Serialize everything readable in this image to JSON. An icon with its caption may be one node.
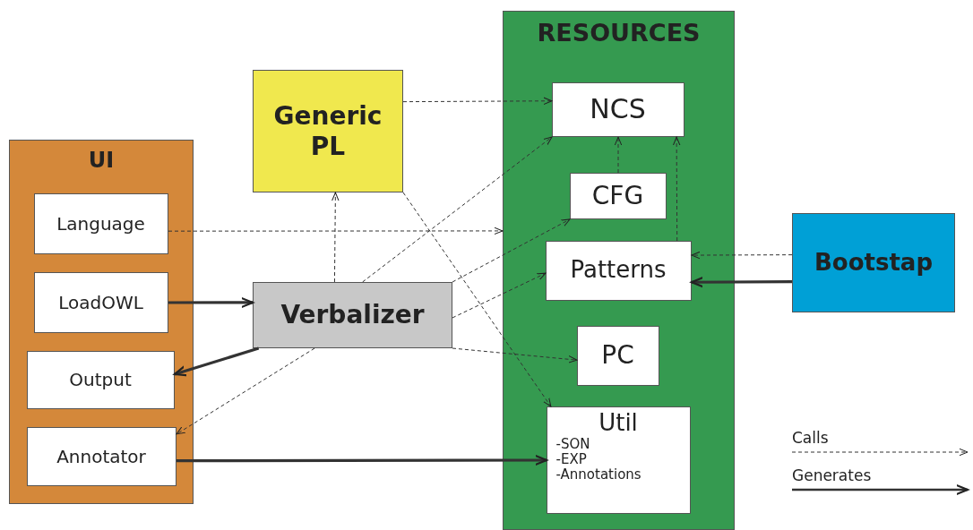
{
  "diagram": {
    "nodes": [
      {
        "text": [
          "UI"
        ]
      },
      {
        "text": [
          "Language"
        ],
        "in": 0
      },
      {
        "text": [
          "LoadOWL"
        ],
        "in": 0
      },
      {
        "text": [
          "Output"
        ],
        "in": 0
      },
      {
        "text": [
          "Annotator"
        ],
        "in": 0
      },
      {
        "text": [
          "Generic PL"
        ]
      },
      {
        "text": [
          "Verbalizer"
        ]
      },
      {
        "text": [
          "RESOURCES"
        ]
      },
      {
        "text": [
          "NCS"
        ],
        "in": 7
      },
      {
        "text": [
          "CFG"
        ],
        "in": 7
      },
      {
        "text": [
          "Patterns"
        ],
        "in": 7
      },
      {
        "text": [
          "PC"
        ],
        "in": 7
      },
      {
        "text": [
          "Util",
          "-SON",
          "-EXP",
          "-Annotations"
        ],
        "in": 7
      },
      {
        "text": [
          "Bootstap"
        ]
      }
    ],
    "edges": [
      {
        "from": 5,
        "to": 8,
        "arrow": "to",
        "style": "dashed"
      },
      {
        "from": 6,
        "to": 8,
        "arrow": "to",
        "style": "dashed"
      },
      {
        "from": 1,
        "to": 7,
        "arrow": "to",
        "style": "dashed"
      },
      {
        "from": 6,
        "to": 5,
        "arrow": "to",
        "style": "dashed"
      },
      {
        "from": 6,
        "to": 9,
        "arrow": "to",
        "style": "dashed"
      },
      {
        "from": 6,
        "to": 10,
        "arrow": "to",
        "style": "dashed"
      },
      {
        "from": 6,
        "to": 11,
        "arrow": "to",
        "style": "dashed"
      },
      {
        "from": 5,
        "to": 12,
        "arrow": "to",
        "style": "dashed"
      },
      {
        "from": 6,
        "to": 4,
        "arrow": "to",
        "style": "dashed"
      },
      {
        "from": 9,
        "to": 8,
        "arrow": "to",
        "style": "dashed"
      },
      {
        "from": 10,
        "to": 8,
        "arrow": "to",
        "style": "dashed"
      },
      {
        "from": 13,
        "to": 10,
        "arrow": "to",
        "style": "dashed"
      },
      {
        "from": 2,
        "to": 6,
        "arrow": "to",
        "style": "thick"
      },
      {
        "from": 6,
        "to": 3,
        "arrow": "to",
        "style": "thick"
      },
      {
        "from": 4,
        "to": 12,
        "arrow": "to",
        "style": "thick"
      },
      {
        "from": 13,
        "to": 10,
        "arrow": "to",
        "style": "thick"
      }
    ],
    "legend": [
      {
        "text": "Calls"
      },
      {
        "text": "Generates"
      }
    ]
  }
}
